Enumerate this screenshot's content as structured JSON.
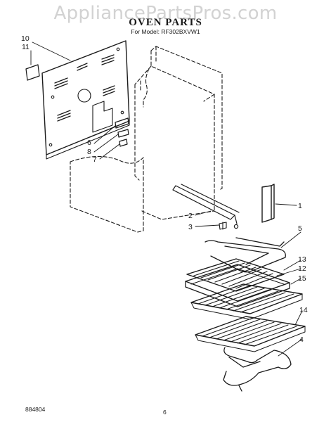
{
  "header": {
    "watermark": "AppliancePartsPros.com",
    "title": "OVEN PARTS",
    "model_line": "For Model: RF302BXVW1"
  },
  "callouts": [
    "10",
    "11",
    "6",
    "8",
    "7",
    "1",
    "2",
    "3",
    "5",
    "13",
    "12",
    "15",
    "14",
    "4"
  ],
  "footer": {
    "doc_number": "884804",
    "page_number": "6"
  }
}
